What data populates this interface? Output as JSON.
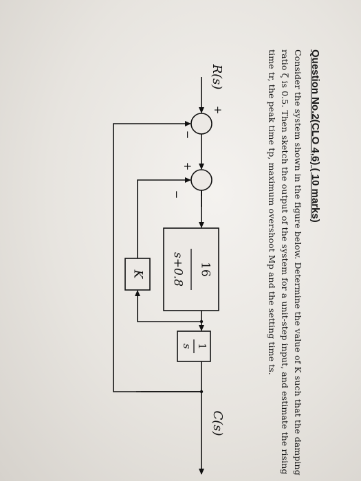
{
  "question": {
    "title": "Question No.2(CLO 4,6) ( 10 marks)",
    "lines": [
      "Consider the system shown in the figure below. Determine the value of K such that the damping",
      "ratio ζ is 0.5. Then sketch the output of the system for a unit-step input, and estimate the rising",
      "time tr, the peak time tp, maximum overshoot Mp and the setting time ts."
    ]
  },
  "diagram": {
    "input_label": "R(s)",
    "output_label": "C(s)",
    "sum1_signs": {
      "plus": "+",
      "minus": "−"
    },
    "sum2_signs": {
      "plus": "+",
      "minus": "−"
    },
    "plant_numerator": "16",
    "plant_denominator": "s+0.8",
    "integrator_numerator": "1",
    "integrator_denominator": "s",
    "feedback_gain": "K"
  }
}
